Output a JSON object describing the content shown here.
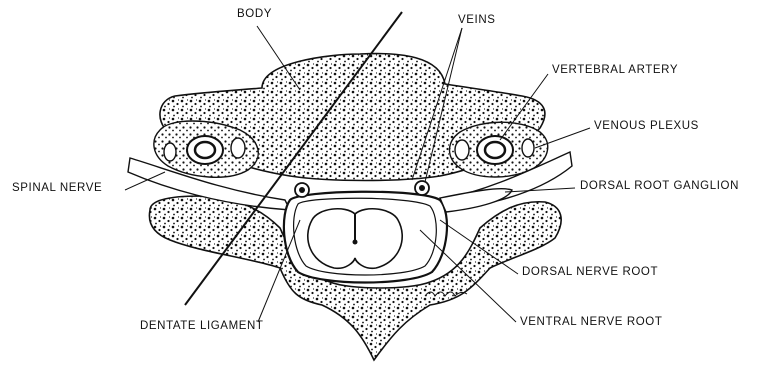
{
  "labels": {
    "body": "BODY",
    "veins": "VEINS",
    "vertebral_artery": "VERTEBRAL ARTERY",
    "venous_plexus": "VENOUS PLEXUS",
    "spinal_nerve": "SPINAL NERVE",
    "dorsal_root_ganglion": "DORSAL ROOT GANGLION",
    "dorsal_nerve_root": "DORSAL NERVE ROOT",
    "ventral_nerve_root": "VENTRAL NERVE ROOT",
    "dentate_ligament": "DENTATE LIGAMENT"
  },
  "colors": {
    "ink": "#111111",
    "bone": "#ffffff"
  }
}
